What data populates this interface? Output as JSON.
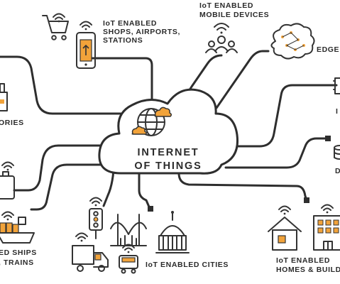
{
  "center": {
    "line1": "INTERNET",
    "line2": "OF THINGS"
  },
  "labels": {
    "shops_1": "IoT ENABLED",
    "shops_2": "SHOPS, AIRPORTS,",
    "shops_3": "STATIONS",
    "mobile_1": "IoT ENABLED",
    "mobile_2": "MOBILE DEVICES",
    "edge": "EDGE",
    "factories": "ORIES",
    "ships_1": "ED SHIPS",
    "ships_2": ", TRAINS",
    "cities": "IoT ENABLED CITIES",
    "homes_1": "IoT ENABLED",
    "homes_2": "HOMES & BUILD",
    "right_1": "I",
    "right_2": "D"
  },
  "colors": {
    "accent": "#f2a33a",
    "ink": "#2e2e2e",
    "background": "#ffffff"
  }
}
